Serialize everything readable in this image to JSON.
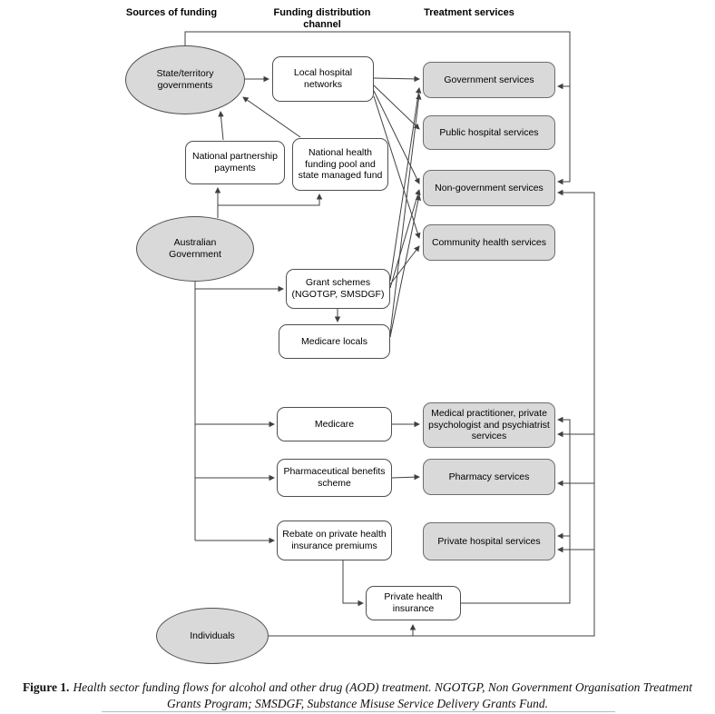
{
  "figure": {
    "column_headers": [
      {
        "label": "Sources of funding"
      },
      {
        "label": "Funding distribution channel"
      },
      {
        "label": "Treatment services"
      }
    ],
    "caption": {
      "label": "Figure 1.",
      "text": "Health sector funding flows for alcohol and other drug (AOD) treatment. NGOTGP, Non Government Organisation Treatment Grants Program; SMSDGF, Substance Misuse Service Delivery Grants Fund."
    }
  },
  "nodes": {
    "state": {
      "label": "State/territory governments",
      "shape": "ellipse"
    },
    "ausgov": {
      "label": "Australian Government",
      "shape": "ellipse"
    },
    "individuals": {
      "label": "Individuals",
      "shape": "ellipse"
    },
    "lhn": {
      "label": "Local hospital networks",
      "shape": "rect-white"
    },
    "npp": {
      "label": "National partnership payments",
      "shape": "rect-white"
    },
    "pool": {
      "label": "National health funding pool and state managed fund",
      "shape": "rect-white"
    },
    "grants": {
      "label": "Grant schemes (NGOTGP, SMSDGF)",
      "shape": "rect-white"
    },
    "ml": {
      "label": "Medicare locals",
      "shape": "rect-white"
    },
    "medicare": {
      "label": "Medicare",
      "shape": "rect-white"
    },
    "pbs": {
      "label": "Pharmaceutical benefits scheme",
      "shape": "rect-white"
    },
    "rebate": {
      "label": "Rebate on private health insurance premiums",
      "shape": "rect-white"
    },
    "phi": {
      "label": "Private health insurance",
      "shape": "rect-white"
    },
    "gov": {
      "label": "Government services",
      "shape": "rect-gray"
    },
    "pubhosp": {
      "label": "Public hospital services",
      "shape": "rect-gray"
    },
    "nongov": {
      "label": "Non-government services",
      "shape": "rect-gray"
    },
    "community": {
      "label": "Community health services",
      "shape": "rect-gray"
    },
    "medpract": {
      "label": "Medical practitioner, private psychologist and psychiatrist services",
      "shape": "rect-gray"
    },
    "pharmacy": {
      "label": "Pharmacy services",
      "shape": "rect-gray"
    },
    "privhosp": {
      "label": "Private hospital services",
      "shape": "rect-gray"
    }
  },
  "edges": [
    {
      "from": "state",
      "to": "lhn"
    },
    {
      "from": "npp",
      "to": "state"
    },
    {
      "from": "pool",
      "to": "state"
    },
    {
      "from": "ausgov",
      "to": "npp"
    },
    {
      "from": "ausgov",
      "to": "pool"
    },
    {
      "from": "lhn",
      "to": "gov"
    },
    {
      "from": "lhn",
      "to": "pubhosp"
    },
    {
      "from": "lhn",
      "to": "nongov"
    },
    {
      "from": "lhn",
      "to": "community"
    },
    {
      "from": "grants",
      "to": "gov"
    },
    {
      "from": "grants",
      "to": "community"
    },
    {
      "from": "grants",
      "to": "nongov"
    },
    {
      "from": "grants",
      "to": "ml"
    },
    {
      "from": "ml",
      "to": "gov"
    },
    {
      "from": "ml",
      "to": "nongov"
    },
    {
      "from": "ausgov",
      "to": "grants"
    },
    {
      "from": "ausgov",
      "to": "medicare"
    },
    {
      "from": "ausgov",
      "to": "pbs"
    },
    {
      "from": "ausgov",
      "to": "rebate"
    },
    {
      "from": "medicare",
      "to": "medpract"
    },
    {
      "from": "pbs",
      "to": "pharmacy"
    },
    {
      "from": "rebate",
      "to": "phi"
    },
    {
      "from": "individuals",
      "to": "phi"
    },
    {
      "from": "individuals",
      "to": "nongov"
    },
    {
      "from": "individuals",
      "to": "medpract"
    },
    {
      "from": "individuals",
      "to": "pharmacy"
    },
    {
      "from": "individuals",
      "to": "privhosp"
    },
    {
      "from": "phi",
      "to": "medpract"
    },
    {
      "from": "phi",
      "to": "privhosp"
    },
    {
      "from": "state",
      "to": "gov"
    },
    {
      "from": "state",
      "to": "nongov"
    }
  ],
  "colors": {
    "node_gray": "#d9d9d9",
    "node_white": "#ffffff",
    "outline": "#4f4f4f",
    "arrow": "#404040",
    "background": "#ffffff"
  }
}
